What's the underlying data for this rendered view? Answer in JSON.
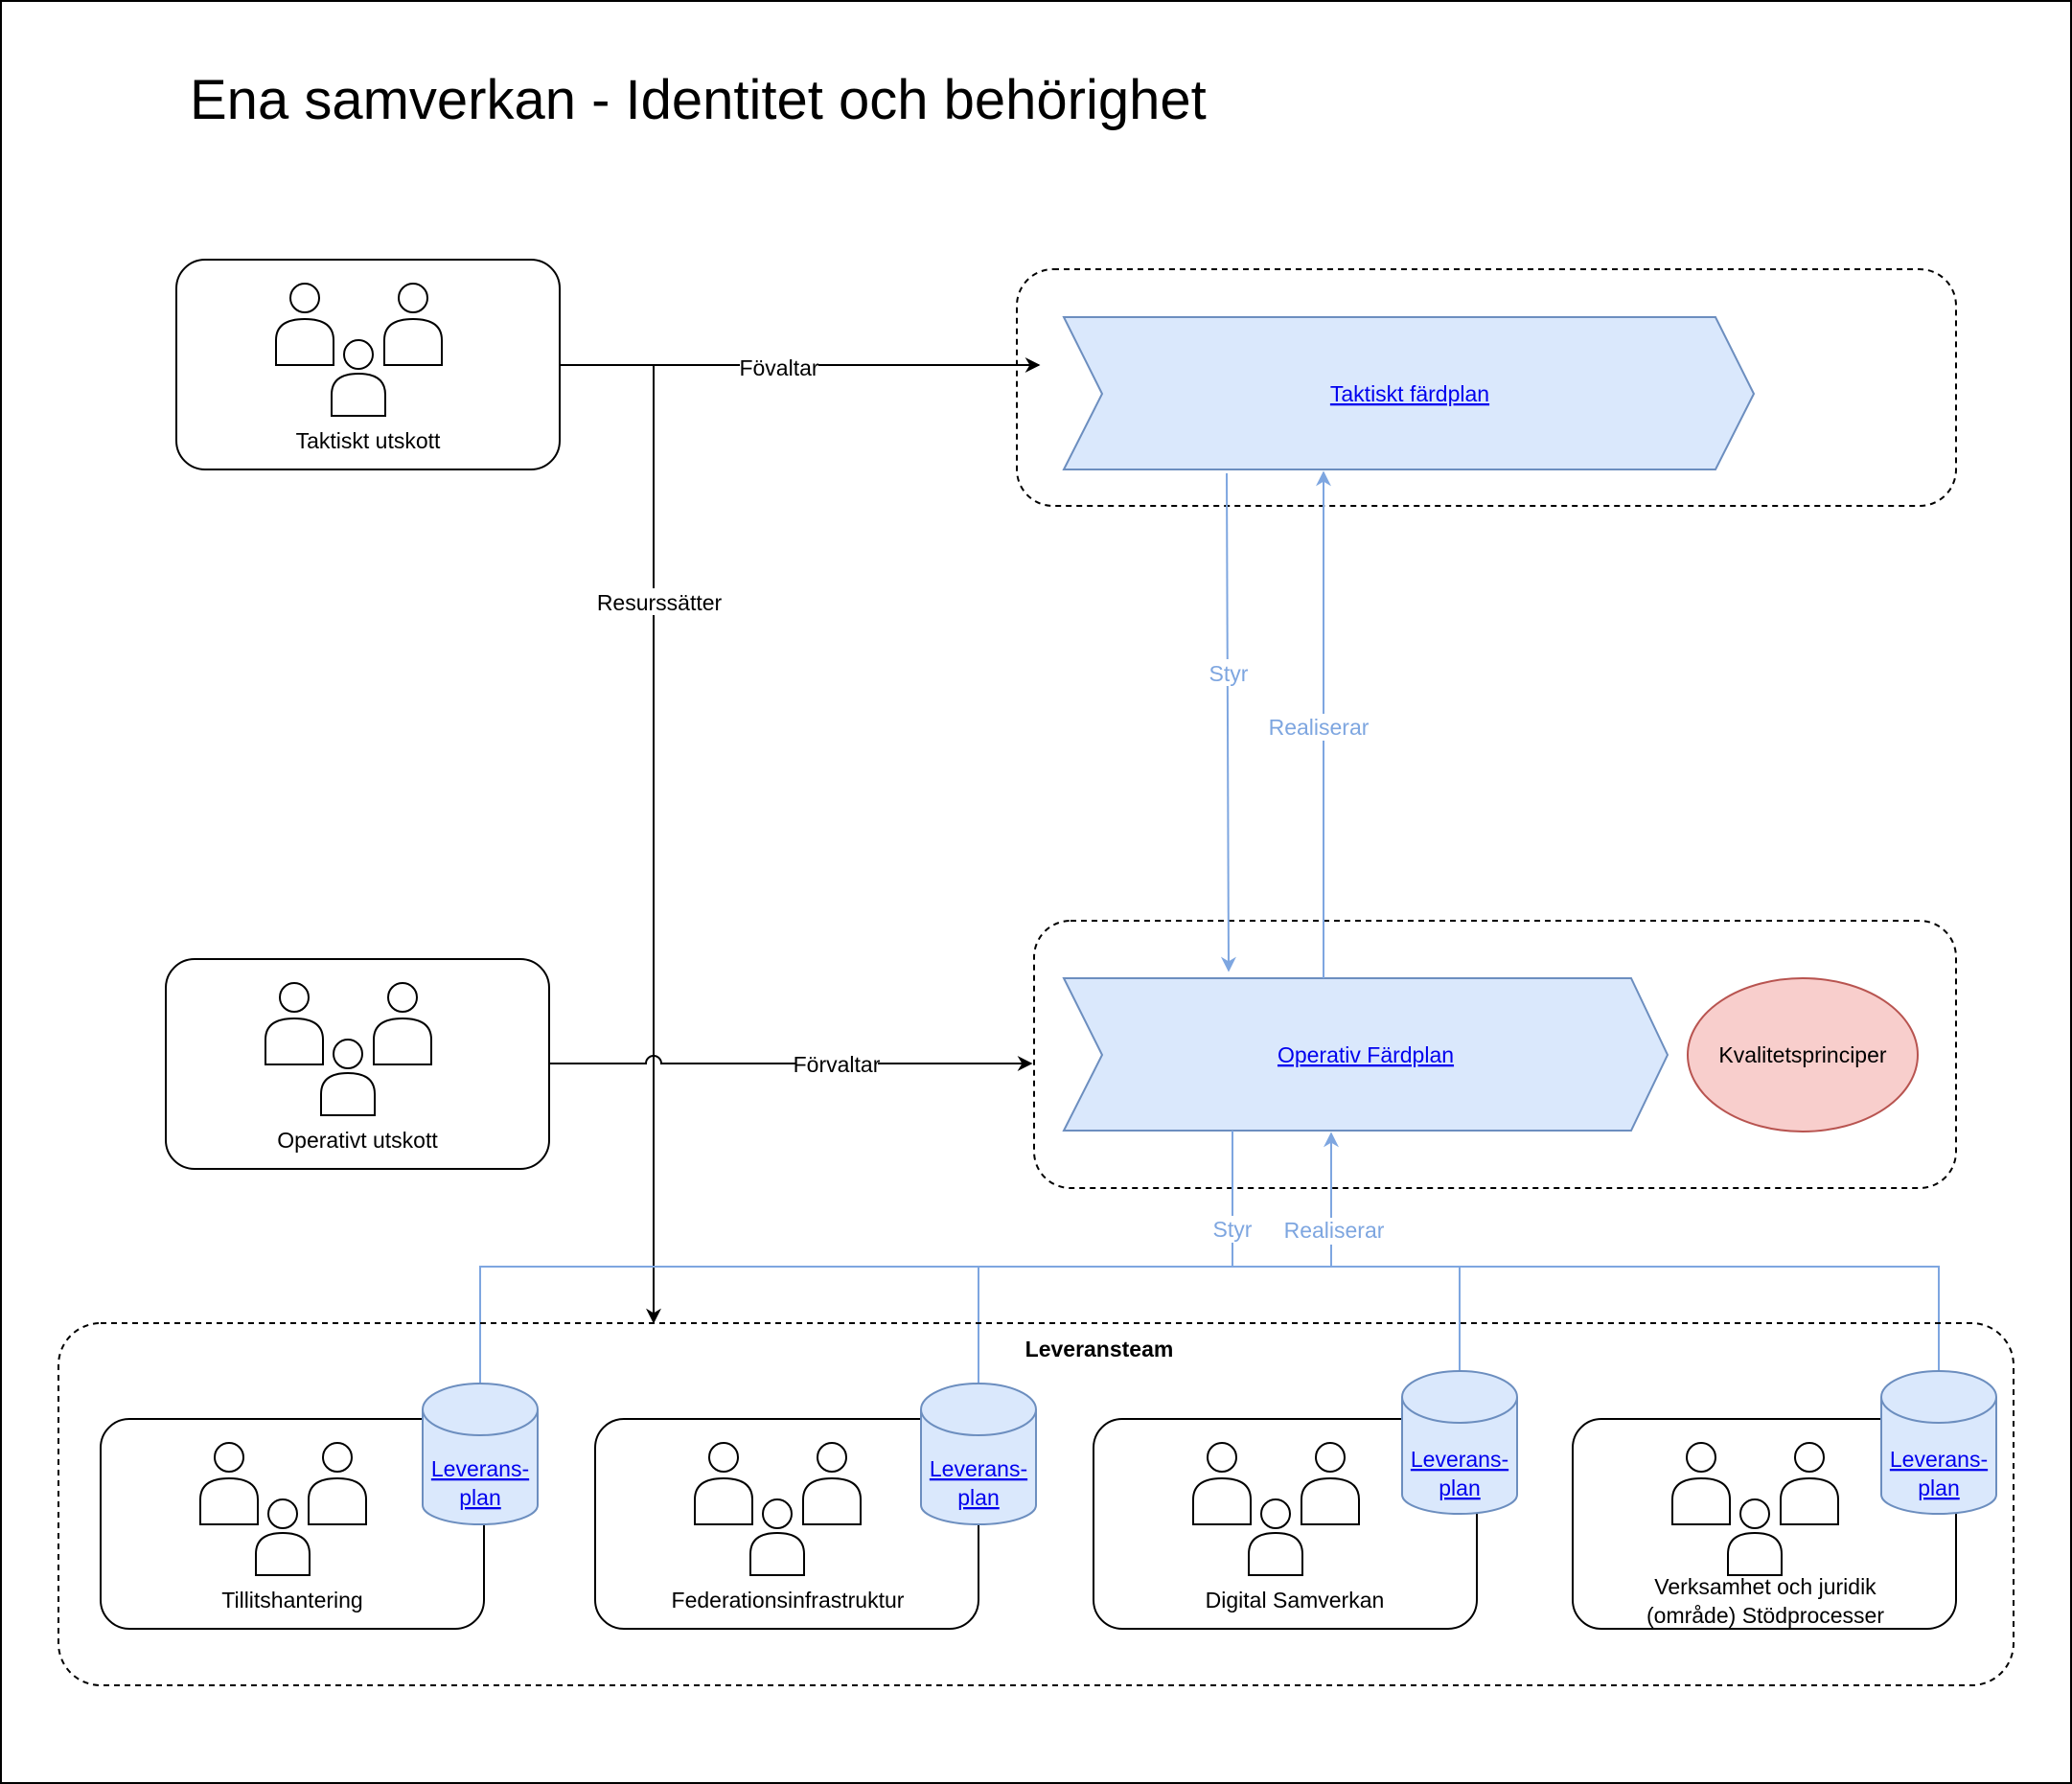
{
  "title": "Ena samverkan - Identitet och behörighet",
  "committees": {
    "tactical": "Taktiskt utskott",
    "operative": "Operativt utskott"
  },
  "roadmaps": {
    "tactical": "Taktiskt färdplan",
    "operative": "Operativ Färdplan"
  },
  "quality": "Kvalitetsprinciper",
  "edges": {
    "manage_tactical": "Fövaltar",
    "manage_operative": "Förvaltar",
    "resource": "Resurssätter",
    "steer_top": "Styr",
    "realize_top": "Realiserar",
    "steer_bottom": "Styr",
    "realize_bottom": "Realiserar"
  },
  "delivery": {
    "title": "Leveransteam",
    "plan_line1": "Leverans-",
    "plan_line2": "plan",
    "teams": [
      {
        "name": "Tillitshantering"
      },
      {
        "name": "Federationsinfrastruktur"
      },
      {
        "name": "Digital Samverkan"
      },
      {
        "name_line1": "Verksamhet och juridik",
        "name_line2": "(område) Stödprocesser"
      }
    ]
  },
  "colors": {
    "blue_fill": "#dae8fc",
    "blue_stroke": "#6c8ebf",
    "arrow_blue": "#7ea6e0",
    "red_fill": "#f8cecc",
    "red_stroke": "#b85450",
    "link": "#0000ee"
  }
}
